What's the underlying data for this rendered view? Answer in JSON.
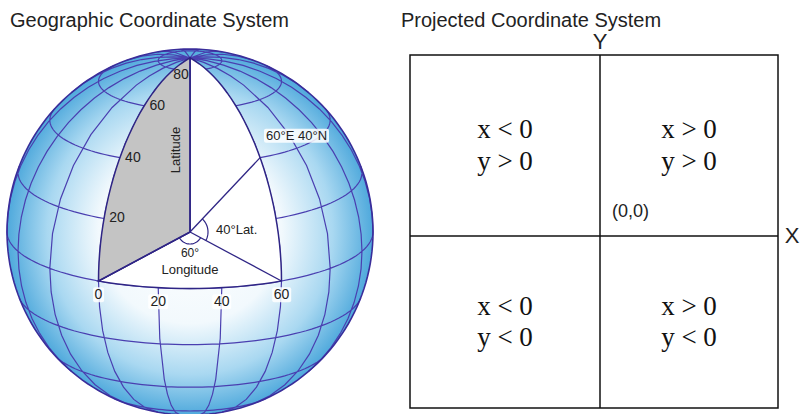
{
  "diagram": {
    "nodes": [
      {
        "text": [
          "x < 0",
          "y > 0"
        ]
      },
      {
        "text": [
          "x > 0",
          "y > 0"
        ]
      },
      {
        "text": [
          "x < 0",
          "y < 0"
        ]
      },
      {
        "text": [
          "x > 0",
          "y < 0"
        ]
      }
    ],
    "labels": [
      "Geographic Coordinate System",
      "Projected Coordinate System",
      "80",
      "60",
      "40",
      "20",
      "Latitude",
      "60°E 40°N",
      "40°Lat.",
      "60°",
      "Longitude",
      "0",
      "20",
      "40",
      "60",
      "Y",
      "X",
      "(0,0)"
    ]
  }
}
